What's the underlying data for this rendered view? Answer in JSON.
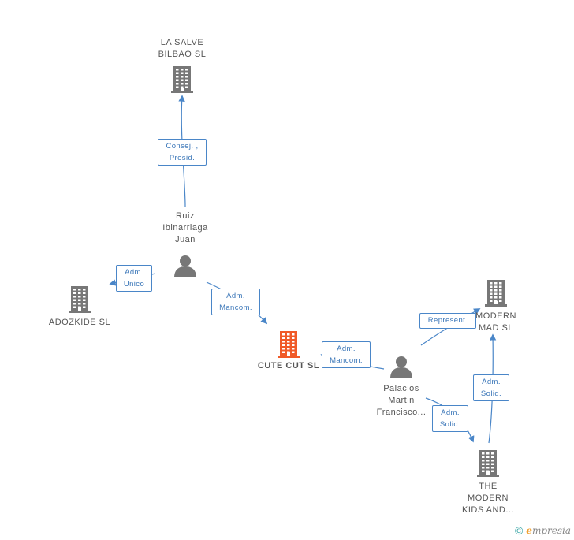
{
  "nodes": [
    {
      "id": "la_salve",
      "kind": "company",
      "lines": [
        "LA SALVE",
        "BILBAO  SL"
      ],
      "focus": false
    },
    {
      "id": "ruiz",
      "kind": "person",
      "lines": [
        "Ruiz",
        "Ibinarriaga",
        "Juan"
      ],
      "focus": false
    },
    {
      "id": "adozkide",
      "kind": "company",
      "lines": [
        "ADOZKIDE  SL"
      ],
      "focus": false
    },
    {
      "id": "cute_cut",
      "kind": "company",
      "lines": [
        "CUTE CUT  SL"
      ],
      "focus": true
    },
    {
      "id": "palacios",
      "kind": "person",
      "lines": [
        "Palacios",
        "Martin",
        "Francisco..."
      ],
      "focus": false
    },
    {
      "id": "modern_mad",
      "kind": "company",
      "lines": [
        "MODERN",
        "MAD  SL"
      ],
      "focus": false
    },
    {
      "id": "modern_kids",
      "kind": "company",
      "lines": [
        "THE",
        "MODERN",
        "KIDS AND..."
      ],
      "focus": false
    }
  ],
  "edges": [
    {
      "id": "e1",
      "from": "ruiz",
      "to": "la_salve",
      "lines": [
        "Consej. ,",
        "Presid."
      ]
    },
    {
      "id": "e2",
      "from": "ruiz",
      "to": "adozkide",
      "lines": [
        "Adm.",
        "Unico"
      ]
    },
    {
      "id": "e3",
      "from": "ruiz",
      "to": "cute_cut",
      "lines": [
        "Adm.",
        "Mancom."
      ]
    },
    {
      "id": "e4",
      "from": "palacios",
      "to": "cute_cut",
      "lines": [
        "Adm.",
        "Mancom."
      ]
    },
    {
      "id": "e5",
      "from": "palacios",
      "to": "modern_mad",
      "lines": [
        "Represent."
      ]
    },
    {
      "id": "e6",
      "from": "palacios",
      "to": "modern_kids",
      "lines": [
        "Adm.",
        "Solid."
      ]
    },
    {
      "id": "e7",
      "from": "modern_kids",
      "to": "modern_mad",
      "lines": [
        "Adm.",
        "Solid."
      ]
    }
  ],
  "colors": {
    "company": "#777777",
    "focus_company": "#f05a28",
    "person": "#777777",
    "edge": "#4a86c8"
  },
  "footer": {
    "copyright": "©",
    "brand_initial": "e",
    "brand_rest": "mpresia"
  }
}
